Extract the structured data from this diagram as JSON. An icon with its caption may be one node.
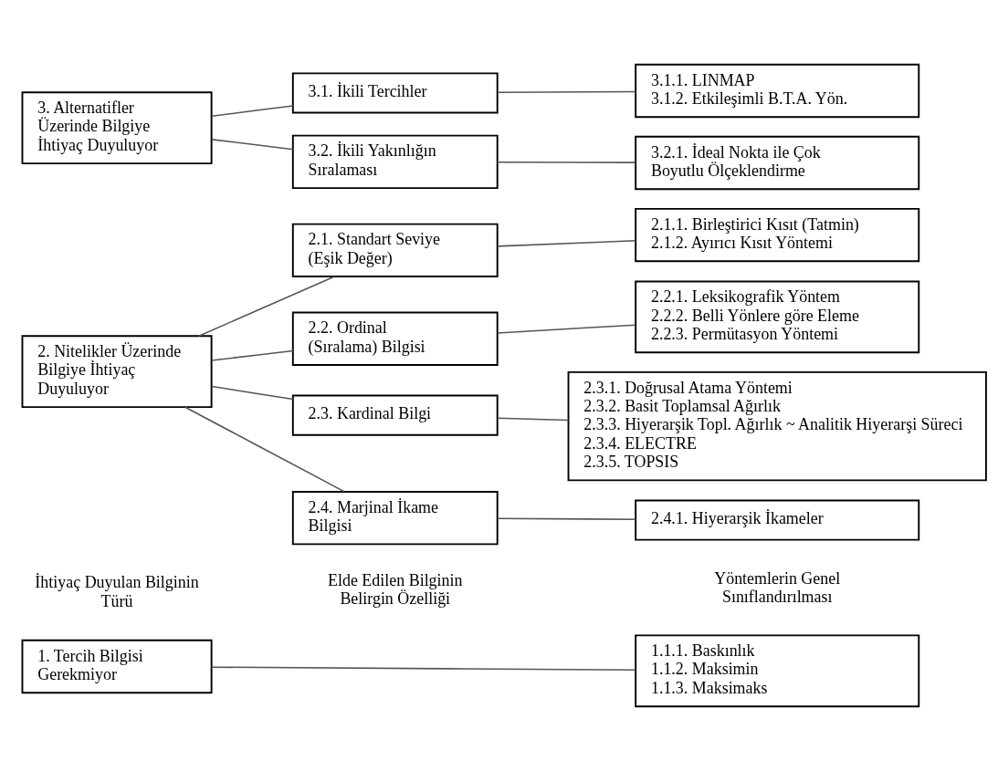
{
  "diagram": {
    "nodes": [
      {
        "text": [
          "1. Tercih Bilgisi Gerekmiyor"
        ]
      },
      {
        "text": [
          "1.1.1. Baskınlık",
          "1.1.2. Maksimin",
          "1.1.3. Maksimaks"
        ]
      },
      {
        "text": [
          "2. Nitelikler Üzerinde Bilgiye İhtiyaç Duyuluyor"
        ]
      },
      {
        "text": [
          "2.1. Standart Seviye (Eşik Değer)"
        ]
      },
      {
        "text": [
          "2.1.1. Birleştirici Kısıt (Tatmin)",
          "2.1.2. Ayırıcı Kısıt Yöntemi"
        ]
      },
      {
        "text": [
          "2.2. Ordinal (Sıralama) Bilgisi"
        ]
      },
      {
        "text": [
          "2.2.1. Leksikografik Yöntem",
          "2.2.2. Belli Yönlere göre Eleme",
          "2.2.3. Permütasyon Yöntemi"
        ]
      },
      {
        "text": [
          "2.3. Kardinal Bilgi"
        ]
      },
      {
        "text": [
          "2.3.1. Doğrusal Atama Yöntemi",
          "2.3.2. Basit Toplamsal Ağırlık",
          "2.3.3. Hiyerarşik Topl. Ağırlık ~ Analitik Hiyerarşi Süreci",
          "2.3.4. ELECTRE",
          "2.3.5. TOPSIS"
        ]
      },
      {
        "text": [
          "2.4. Marjinal İkame Bilgisi"
        ]
      },
      {
        "text": [
          "2.4.1. Hiyerarşik İkameler"
        ]
      },
      {
        "text": [
          "3. Alternatifler Üzerinde Bilgiye İhtiyaç Duyuluyor"
        ]
      },
      {
        "text": [
          "3.1. İkili Tercihler"
        ]
      },
      {
        "text": [
          "3.1.1. LINMAP",
          "3.1.2. Etkileşimli B.T.A. Yön."
        ]
      },
      {
        "text": [
          "3.2. İkili Yakınlığın Sıralaması"
        ]
      },
      {
        "text": [
          "3.2.1. İdeal Nokta ile Çok Boyutlu Ölçeklendirme"
        ]
      }
    ],
    "edges": [
      {
        "from": 0,
        "to": 1,
        "arrow": "none"
      },
      {
        "from": 2,
        "to": 3,
        "arrow": "none"
      },
      {
        "from": 2,
        "to": 5,
        "arrow": "none"
      },
      {
        "from": 2,
        "to": 7,
        "arrow": "none"
      },
      {
        "from": 2,
        "to": 9,
        "arrow": "none"
      },
      {
        "from": 3,
        "to": 4,
        "arrow": "none"
      },
      {
        "from": 5,
        "to": 6,
        "arrow": "none"
      },
      {
        "from": 7,
        "to": 8,
        "arrow": "none"
      },
      {
        "from": 9,
        "to": 10,
        "arrow": "none"
      },
      {
        "from": 11,
        "to": 12,
        "arrow": "none"
      },
      {
        "from": 11,
        "to": 14,
        "arrow": "none"
      },
      {
        "from": 12,
        "to": 13,
        "arrow": "none"
      },
      {
        "from": 14,
        "to": 15,
        "arrow": "none"
      }
    ],
    "labels": [
      "İhtiyaç Duyulan Bilginin Türü",
      "Elde Edilen Bilginin Belirgin Özelliği",
      "Yöntemlerin Genel Sınıflandırılması"
    ]
  }
}
